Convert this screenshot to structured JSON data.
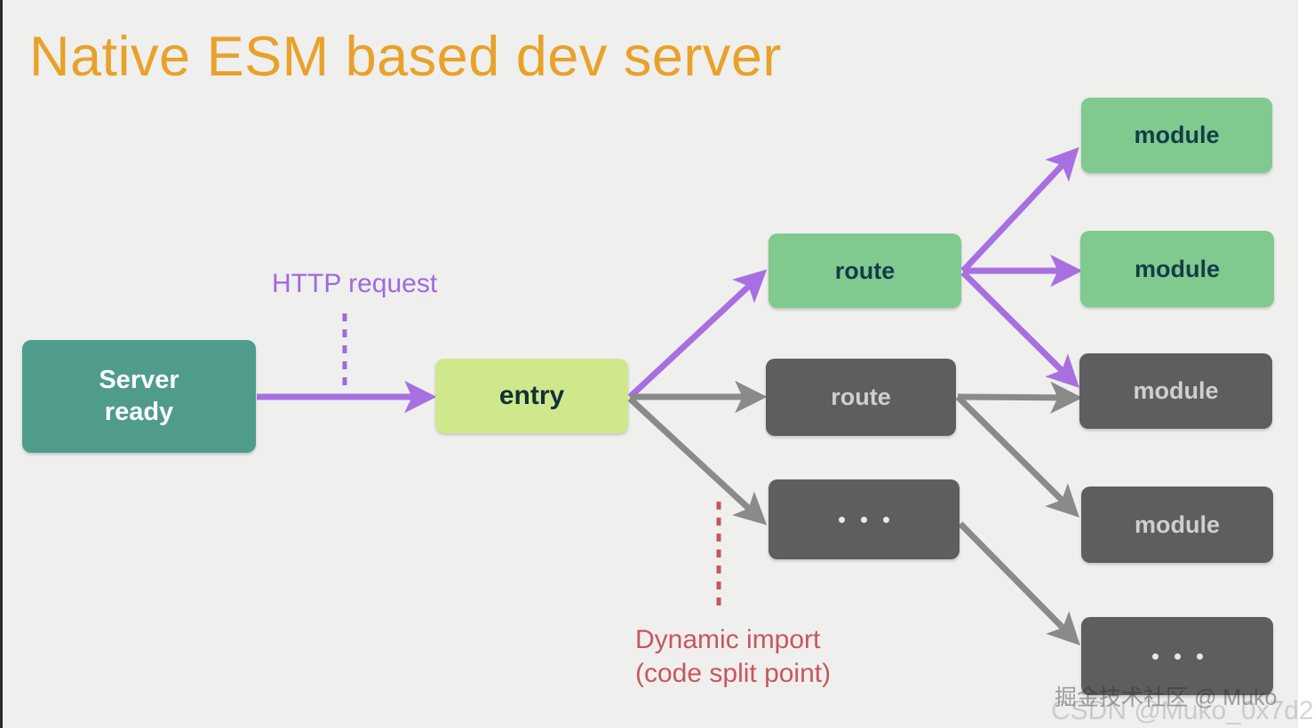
{
  "slide": {
    "title": "Native ESM based dev server",
    "background_color": "#efefee",
    "title_color": "#e8a22a"
  },
  "colors": {
    "purple_arrow": "#a86fe0",
    "grey_arrow": "#8a8a8a",
    "teal_node": "#4f9c8d",
    "lime_node": "#cfe88c",
    "green_node": "#80c98f",
    "grey_node": "#5e5e5e",
    "dashed_purple": "#a169dd",
    "dashed_red": "#c9565e"
  },
  "nodes": {
    "server_ready": "Server\nready",
    "entry": "entry",
    "route_green": "route",
    "route_grey": "route",
    "ellipsis_mid": "...",
    "module_1": "module",
    "module_2": "module",
    "module_3": "module",
    "module_4": "module",
    "ellipsis_right": "..."
  },
  "annotations": {
    "http_request": "HTTP request",
    "dynamic_import": "Dynamic import\n(code split point)"
  },
  "watermarks": {
    "primary": "掘金技术社区 @ Muko",
    "secondary": "CSDN @Muko_0x7d2"
  }
}
